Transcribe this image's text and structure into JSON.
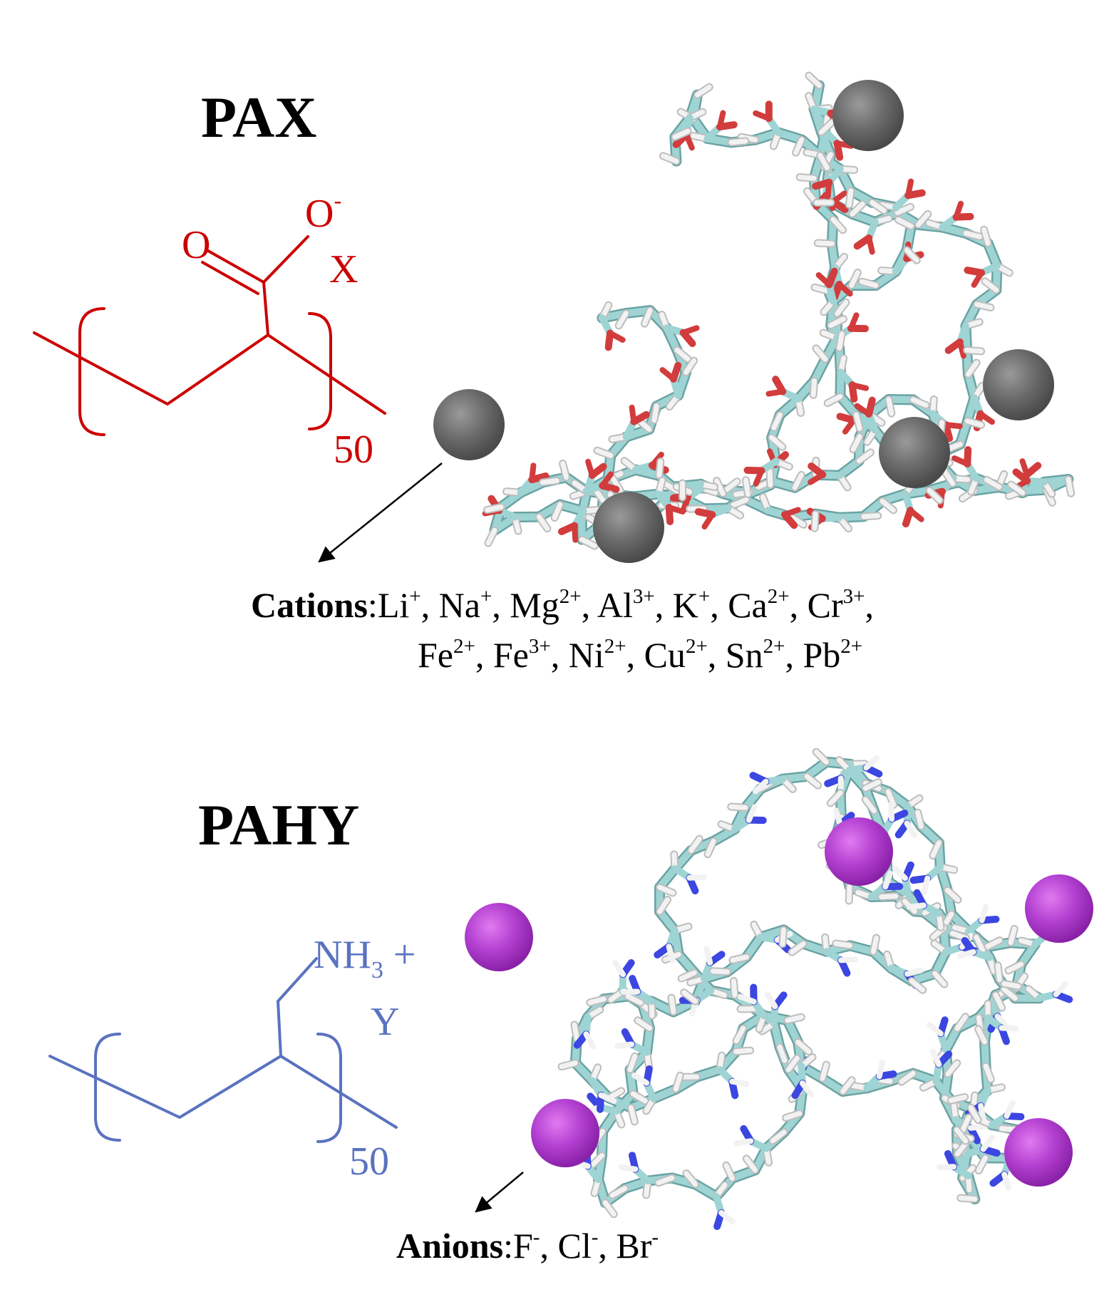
{
  "pax": {
    "title": "PAX",
    "oxygen_carbonyl": "O",
    "oxygen_anion": "O",
    "oxygen_anion_charge": "-",
    "counterion": "X",
    "repeat_count": "50",
    "structure_color": "#cc0000",
    "cations_label": "Cations",
    "cations_colon": ":",
    "cations_line1": [
      {
        "base": "Li",
        "sup": "+"
      },
      {
        "base": "Na",
        "sup": "+"
      },
      {
        "base": "Mg",
        "sup": "2+"
      },
      {
        "base": "Al",
        "sup": "3+"
      },
      {
        "base": "K",
        "sup": "+"
      },
      {
        "base": "Ca",
        "sup": "2+"
      },
      {
        "base": "Cr",
        "sup": "3+"
      }
    ],
    "cations_line2": [
      {
        "base": "Fe",
        "sup": "2+"
      },
      {
        "base": "Fe",
        "sup": "3+"
      },
      {
        "base": "Ni",
        "sup": "2+"
      },
      {
        "base": "Cu",
        "sup": "2+"
      },
      {
        "base": "Sn",
        "sup": "2+"
      },
      {
        "base": "Pb",
        "sup": "2+"
      }
    ],
    "ion_sphere_color": "#707070"
  },
  "pahy": {
    "title": "PAHY",
    "amine_group": "NH",
    "amine_subscript": "3",
    "amine_charge": "+",
    "counterion": "Y",
    "repeat_count": "50",
    "structure_color": "#5a72c0",
    "anions_label": "Anions",
    "anions_colon": ":",
    "anions": [
      {
        "base": "F",
        "sup": "-"
      },
      {
        "base": "Cl",
        "sup": "-"
      },
      {
        "base": "Br",
        "sup": "-"
      }
    ],
    "ion_sphere_color": "#b040d0"
  },
  "molecule_colors": {
    "carbon": "#9fd4d4",
    "oxygen": "#d23c3c",
    "hydrogen": "#f2f2f2",
    "nitrogen": "#3c46e0"
  }
}
